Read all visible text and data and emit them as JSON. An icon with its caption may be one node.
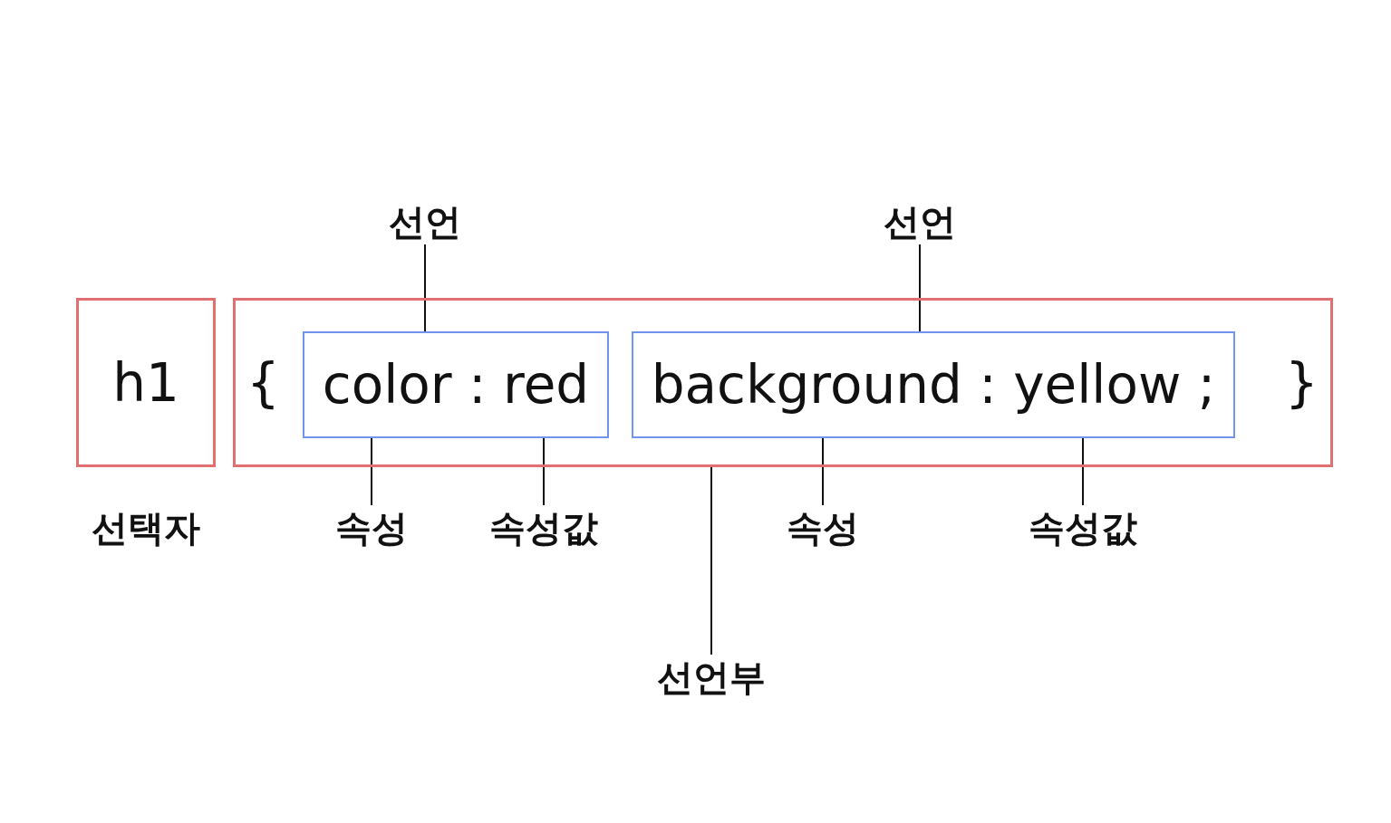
{
  "diagram": {
    "nodes": [
      {
        "text": [
          "선언"
        ]
      },
      {
        "text": [
          "선언"
        ]
      },
      {
        "text": [
          "h1"
        ],
        "beside": [
          "선택자"
        ]
      },
      {
        "text": [
          "{",
          "}"
        ]
      },
      {
        "text": [
          "color : red"
        ],
        "in": 3
      },
      {
        "text": [
          "background : yellow ;"
        ],
        "in": 3
      },
      {
        "text": [
          "속성"
        ]
      },
      {
        "text": [
          "속성값"
        ]
      },
      {
        "text": [
          "속성"
        ]
      },
      {
        "text": [
          "속성값"
        ]
      },
      {
        "text": [
          "선언부"
        ]
      }
    ],
    "edges": [
      {
        "from": 0,
        "to": 4,
        "arrow": "none"
      },
      {
        "from": 1,
        "to": 5,
        "arrow": "none"
      },
      {
        "from": 6,
        "to": 4,
        "arrow": "none"
      },
      {
        "from": 7,
        "to": 4,
        "arrow": "none"
      },
      {
        "from": 8,
        "to": 5,
        "arrow": "none"
      },
      {
        "from": 9,
        "to": 5,
        "arrow": "none"
      },
      {
        "from": 10,
        "to": 3,
        "arrow": "none"
      }
    ]
  }
}
